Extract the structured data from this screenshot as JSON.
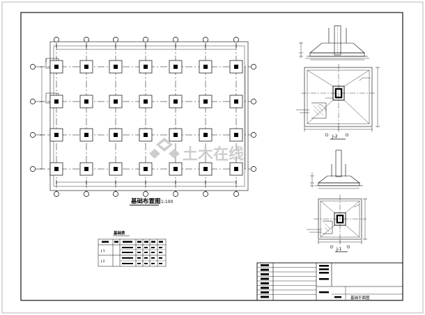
{
  "plan": {
    "title": "基础布置图",
    "scale": "1:100",
    "columns": 7,
    "rows": 4
  },
  "details": {
    "section_upper": "J-2",
    "section_lower": "J-1"
  },
  "schedule_title": "基础表",
  "schedule_rows": [
    "J-1",
    "J-2"
  ],
  "title_block": {
    "sheet_label": "基础平面图"
  },
  "watermark": {
    "text": "土木在线",
    "color": "#c8c8c8"
  }
}
